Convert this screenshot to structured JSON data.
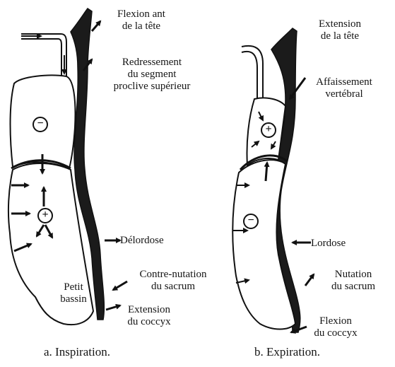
{
  "panel_a": {
    "caption": "a. Inspiration.",
    "labels": {
      "flexion_ant": "Flexion ant\nde la tête",
      "redressement": "Redressement\ndu segment\nproclive supérieur",
      "delordose": "Délordose",
      "contre_nutation": "Contre-nutation\ndu sacrum",
      "extension_coccyx": "Extension\ndu coccyx",
      "petit_bassin": "Petit\nbassin"
    },
    "symbols": {
      "thorax": "−",
      "abdomen": "+"
    }
  },
  "panel_b": {
    "caption": "b. Expiration.",
    "labels": {
      "extension_tete": "Extension\nde la tête",
      "affaissement": "Affaissement\nvertébral",
      "lordose": "Lordose",
      "nutation": "Nutation\ndu sacrum",
      "flexion_coccyx": "Flexion\ndu coccyx"
    },
    "symbols": {
      "thorax": "+",
      "abdomen": "−"
    }
  }
}
